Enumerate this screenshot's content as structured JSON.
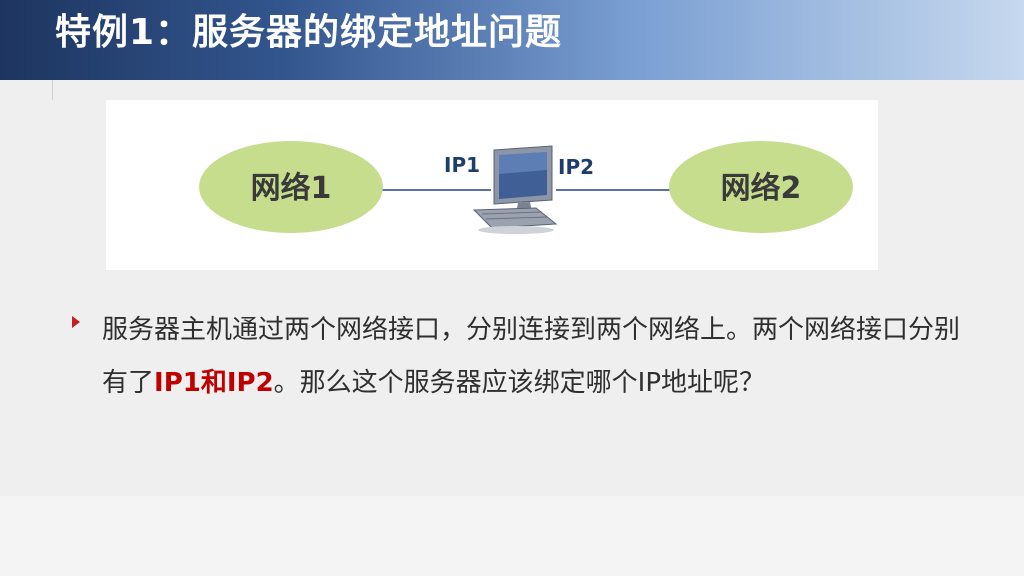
{
  "title": "特例1：服务器的绑定地址问题",
  "diagram": {
    "network1_label": "网络1",
    "network2_label": "网络2",
    "ip1_label": "IP1",
    "ip2_label": "IP2",
    "ellipse_color": "#c5dd8c",
    "line_color": "#5a6fae",
    "center_icon": "computer-icon"
  },
  "bullet": {
    "marker_icon": "arrow-bullet-icon",
    "text_part1": "服务器主机通过两个网络接口，分别连接到两个网络上。两个网络接口分别有了",
    "highlight": "IP1和IP2",
    "text_part2": "。那么这个服务器应该绑定哪个IP地址呢？",
    "highlight_color": "#c00000"
  }
}
